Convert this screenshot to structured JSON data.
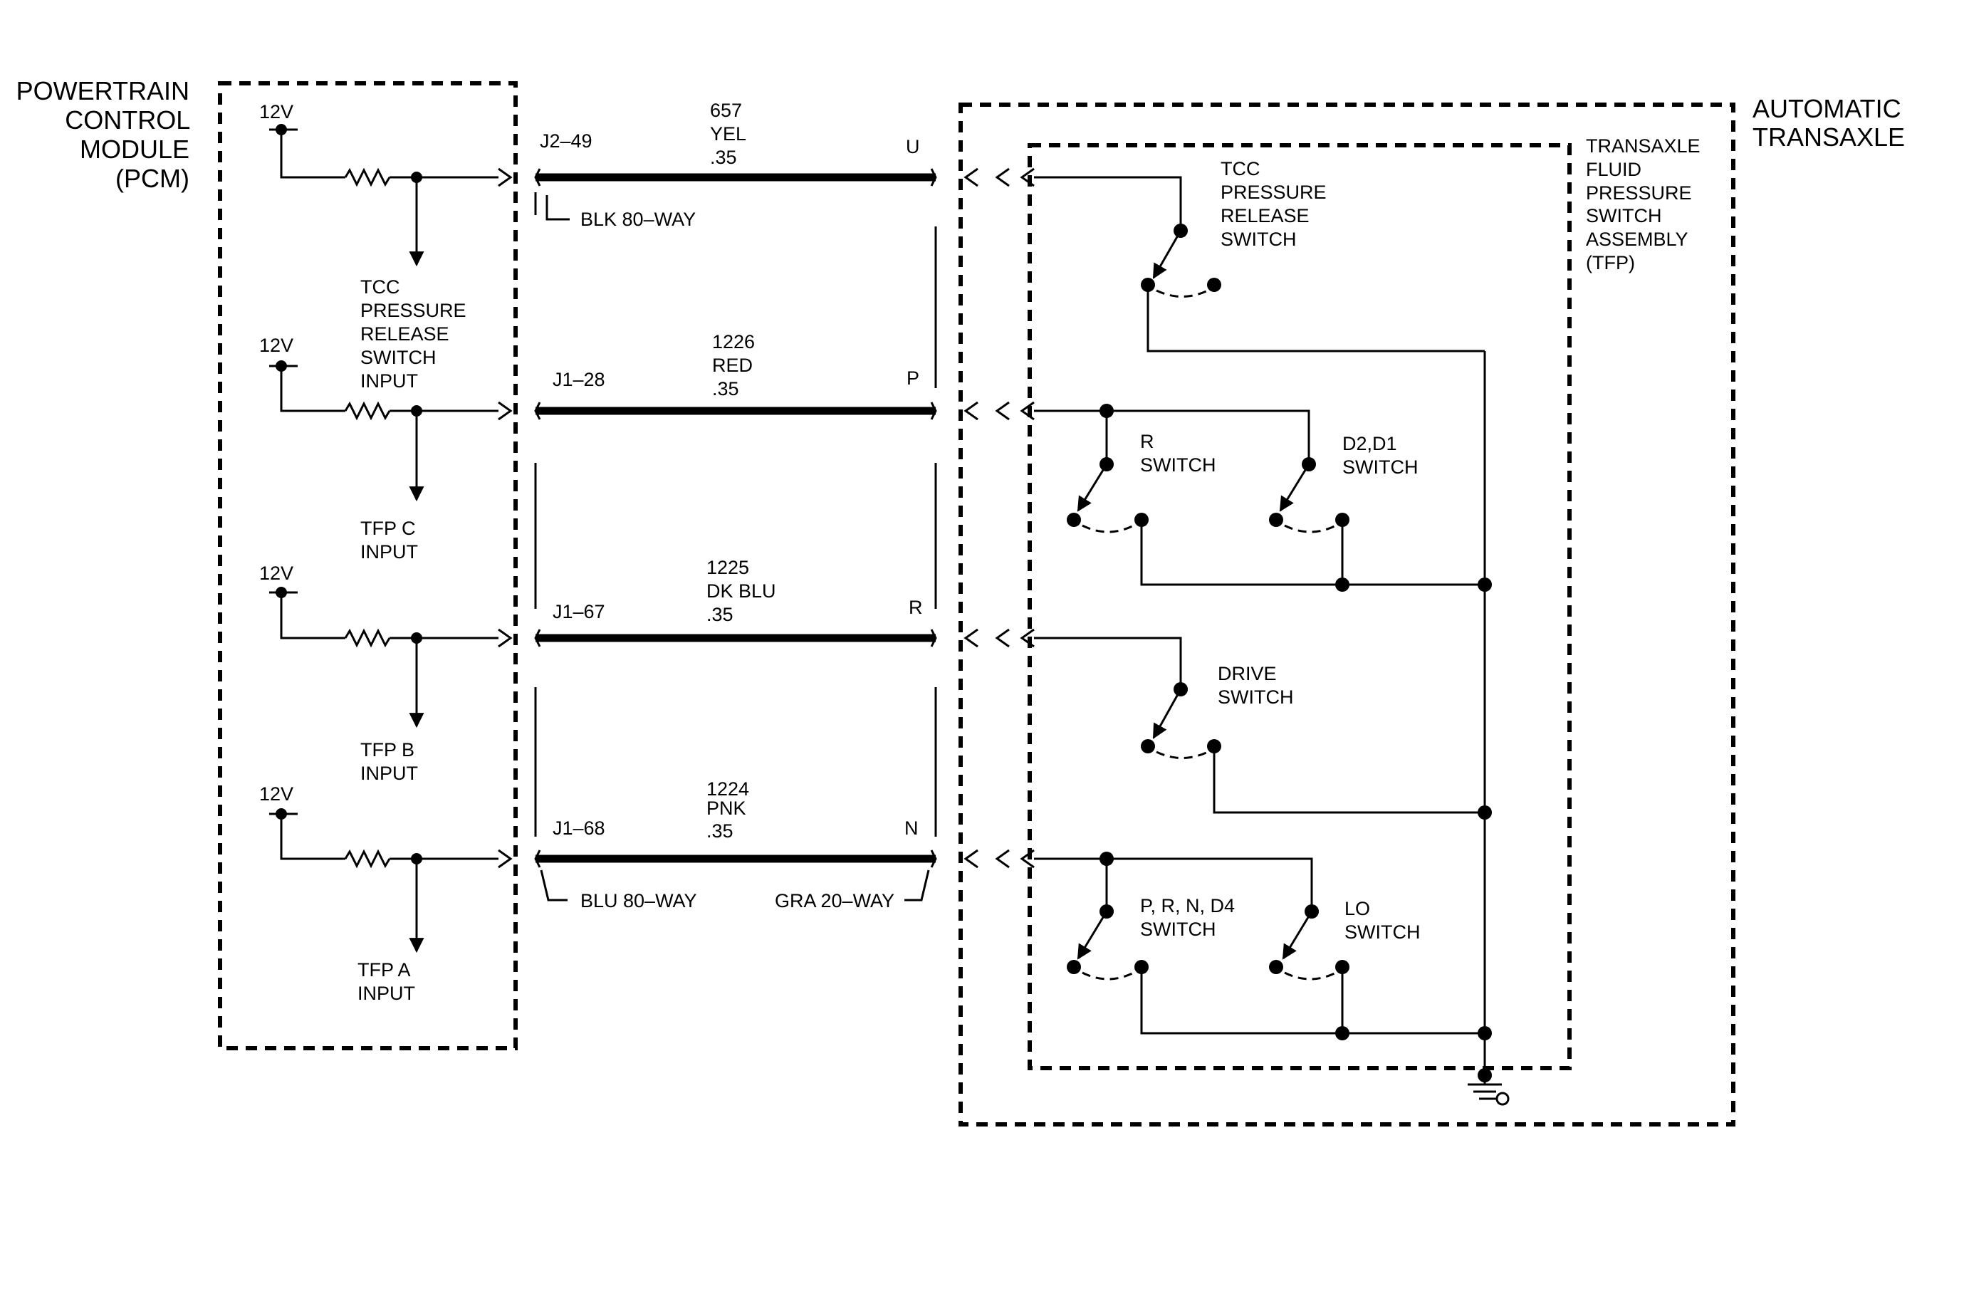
{
  "pcm": {
    "title_lines": [
      "POWERTRAIN",
      "CONTROL",
      "MODULE",
      "(PCM)"
    ],
    "supply_label": "12V",
    "inputs": [
      {
        "lines": [
          "TCC",
          "PRESSURE",
          "RELEASE",
          "SWITCH",
          "INPUT"
        ]
      },
      {
        "lines": [
          "TFP C",
          "INPUT"
        ]
      },
      {
        "lines": [
          "TFP B",
          "INPUT"
        ]
      },
      {
        "lines": [
          "TFP A",
          "INPUT"
        ]
      }
    ]
  },
  "circuits": [
    {
      "pcm_pin": "J2–49",
      "circuit_number": "657",
      "wire_color": "YEL",
      "wire_gauge": ".35",
      "transaxle_pin": "U"
    },
    {
      "pcm_pin": "J1–28",
      "circuit_number": "1226",
      "wire_color": "RED",
      "wire_gauge": ".35",
      "transaxle_pin": "P"
    },
    {
      "pcm_pin": "J1–67",
      "circuit_number": "1225",
      "wire_color": "DK BLU",
      "wire_gauge": ".35",
      "transaxle_pin": "R"
    },
    {
      "pcm_pin": "J1–68",
      "circuit_number": "1224",
      "wire_color": "PNK",
      "wire_gauge": ".35",
      "transaxle_pin": "N"
    }
  ],
  "connectors": {
    "top": "BLK 80–WAY",
    "bottom_left": "BLU 80–WAY",
    "bottom_right": "GRA 20–WAY"
  },
  "transaxle": {
    "title_lines": [
      "AUTOMATIC",
      "TRANSAXLE"
    ],
    "assembly_lines": [
      "TRANSAXLE",
      "FLUID",
      "PRESSURE",
      "SWITCH",
      "ASSEMBLY",
      "(TFP)"
    ],
    "switches": {
      "tcc": [
        "TCC",
        "PRESSURE",
        "RELEASE",
        "SWITCH"
      ],
      "r": [
        "R",
        "SWITCH"
      ],
      "d2d1": [
        "D2,D1",
        "SWITCH"
      ],
      "drive": [
        "DRIVE",
        "SWITCH"
      ],
      "prnd4": [
        "P, R, N, D4",
        "SWITCH"
      ],
      "lo": [
        "LO",
        "SWITCH"
      ]
    }
  }
}
